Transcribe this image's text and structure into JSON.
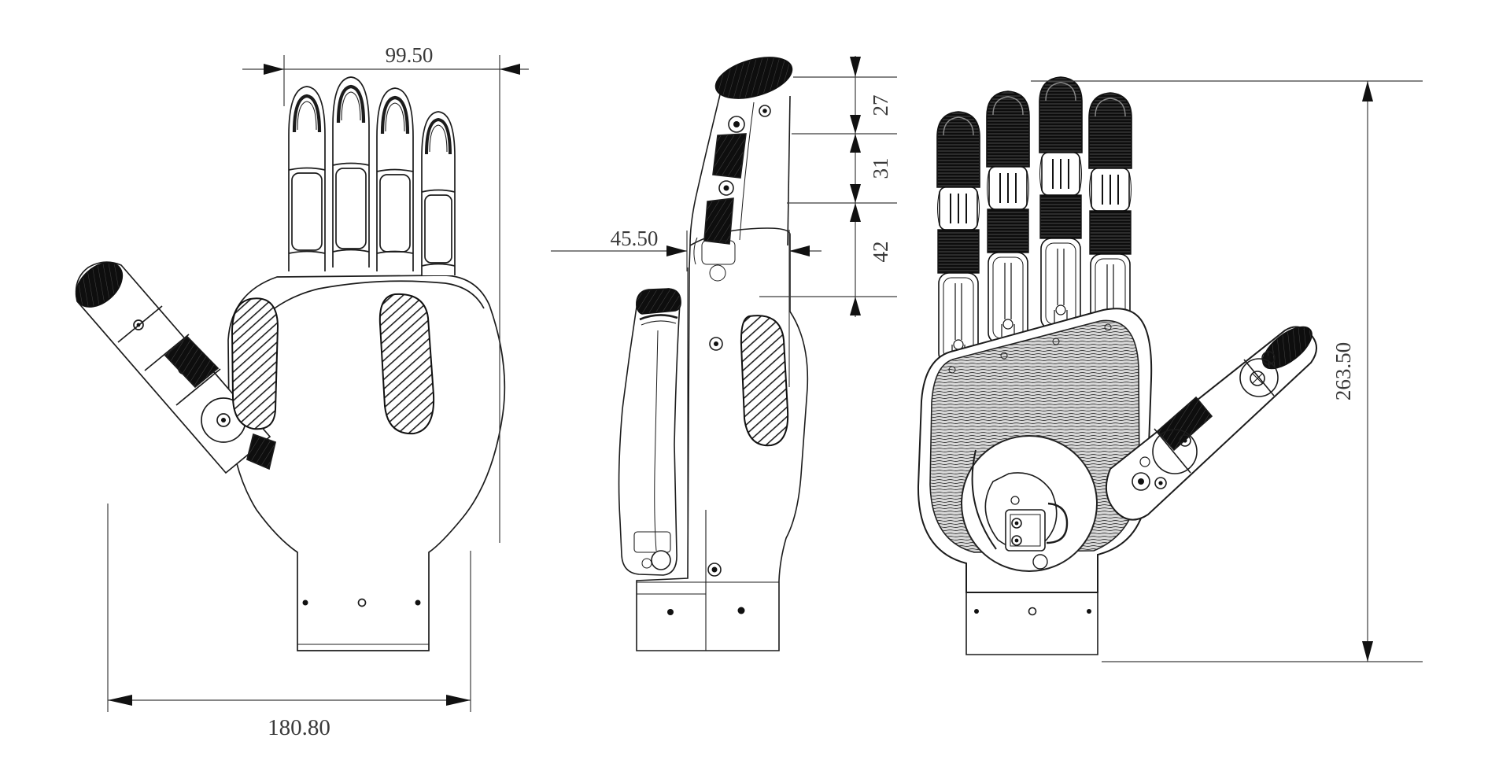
{
  "drawing": {
    "type": "technical-three-view-drawing",
    "subject": "robotic hand",
    "colors": {
      "background": "#ffffff",
      "line": "#1c1c1c",
      "dimension_line": "#3c3c3c",
      "text": "#3a3a3a",
      "dark_fill": "#101010"
    },
    "dimensions": {
      "top_width": "99.50",
      "bottom_width": "180.80",
      "side_depth": "45.50",
      "finger_distal_segment": "27",
      "finger_middle_segment": "31",
      "finger_proximal_segment": "42",
      "overall_height": "263.50"
    }
  }
}
